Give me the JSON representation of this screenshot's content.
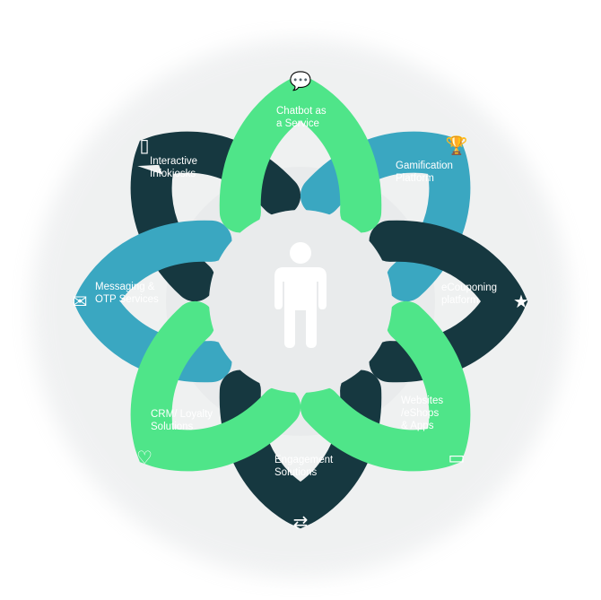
{
  "center": {
    "icon": "person-icon",
    "color": "#ffffff"
  },
  "colors": {
    "green": "#4fe589",
    "teal": "#3aa7c1",
    "dark": "#163840",
    "shadow_gray": "#d4d8da",
    "inner_gray": "#e9ebec"
  },
  "segments": [
    {
      "id": "chatbot",
      "label": "Chatbot as\na Service",
      "icon": "chat-bubbles-icon",
      "color": "green"
    },
    {
      "id": "gamification",
      "label": "Gamification\nPlatform",
      "icon": "trophy-icon",
      "color": "teal"
    },
    {
      "id": "ecouponing",
      "label": "eCouponing\nplatform",
      "icon": "coupon-ticket-icon",
      "color": "dark"
    },
    {
      "id": "websites",
      "label": "Websites\n/eShops\n& Apps",
      "icon": "devices-icon",
      "color": "green"
    },
    {
      "id": "engagement",
      "label": "Engagement\nSolutions",
      "icon": "user-exchange-icon",
      "color": "dark"
    },
    {
      "id": "crm",
      "label": "CRM/ Loyalty\nSolutions",
      "icon": "user-heart-icon",
      "color": "green"
    },
    {
      "id": "messaging",
      "label": "Messaging &\nOTP Services",
      "icon": "phone-message-icon",
      "color": "teal"
    },
    {
      "id": "kiosks",
      "label": "Interactive\nInfokiosks",
      "icon": "kiosk-icon",
      "color": "dark"
    }
  ]
}
